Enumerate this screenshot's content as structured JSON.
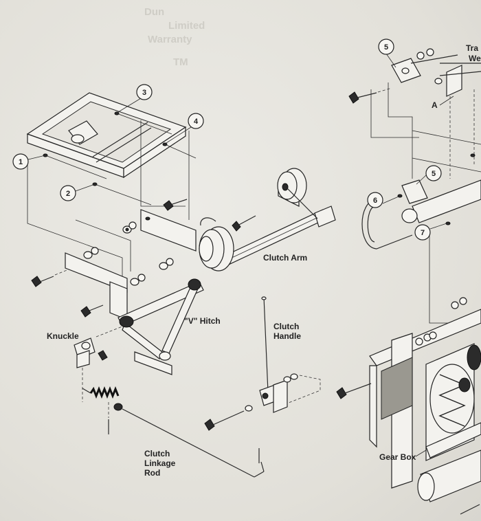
{
  "callouts": [
    "1",
    "2",
    "3",
    "4",
    "5",
    "5",
    "6",
    "7"
  ],
  "labels": {
    "clutch_arm": "Clutch Arm",
    "v_hitch": "\"V\" Hitch",
    "knuckle": "Knuckle",
    "clutch_handle_1": "Clutch",
    "clutch_handle_2": "Handle",
    "clutch_linkage_1": "Clutch",
    "clutch_linkage_2": "Linkage",
    "clutch_linkage_3": "Rod",
    "gear_box": "Gear Box",
    "point_a": "A",
    "cut_1": "Tra",
    "cut_2": "We"
  }
}
